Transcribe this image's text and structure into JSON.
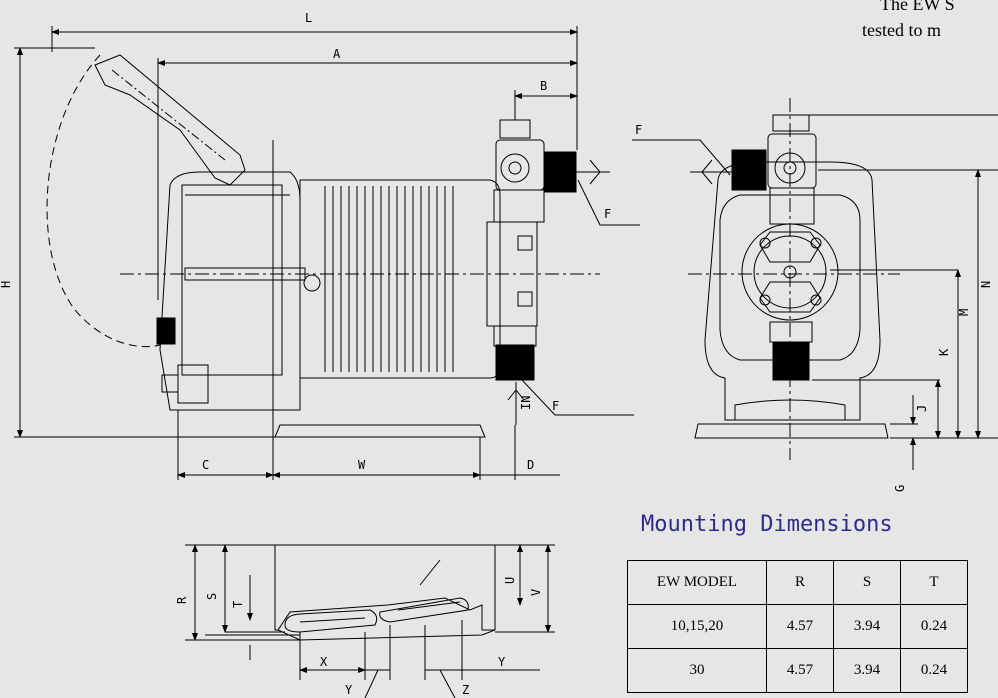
{
  "intro_text": {
    "line1": "The EW S",
    "line2": "tested to m"
  },
  "side_view": {
    "dim_labels": {
      "L": "L",
      "A": "A",
      "B": "B",
      "H": "H",
      "C": "C",
      "W": "W",
      "D": "D",
      "IN": "IN"
    },
    "fitting_label": "F"
  },
  "front_view": {
    "dim_labels": {
      "N": "N",
      "M": "M",
      "K": "K",
      "J": "J",
      "G": "G"
    },
    "fitting_label": "F"
  },
  "base_view": {
    "dim_labels": {
      "R": "R",
      "S": "S",
      "T": "T",
      "U": "U",
      "V": "V",
      "X": "X",
      "Y": "Y",
      "Z": "Z"
    }
  },
  "mounting": {
    "heading": "Mounting Dimensions",
    "columns": [
      "EW MODEL",
      "R",
      "S",
      "T"
    ],
    "rows": [
      [
        "10,15,20",
        "4.57",
        "3.94",
        "0.24"
      ],
      [
        "30",
        "4.57",
        "3.94",
        "0.24"
      ]
    ]
  }
}
